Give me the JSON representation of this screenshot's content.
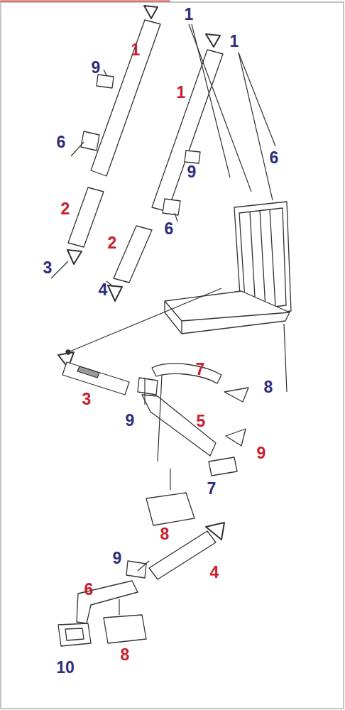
{
  "diagram": {
    "labels": [
      "1",
      "1",
      "1",
      "9",
      "1",
      "6",
      "9",
      "6",
      "2",
      "6",
      "2",
      "3",
      "4",
      "7",
      "8",
      "3",
      "9",
      "5",
      "9",
      "7",
      "8",
      "9",
      "4",
      "6",
      "10",
      "8"
    ]
  }
}
